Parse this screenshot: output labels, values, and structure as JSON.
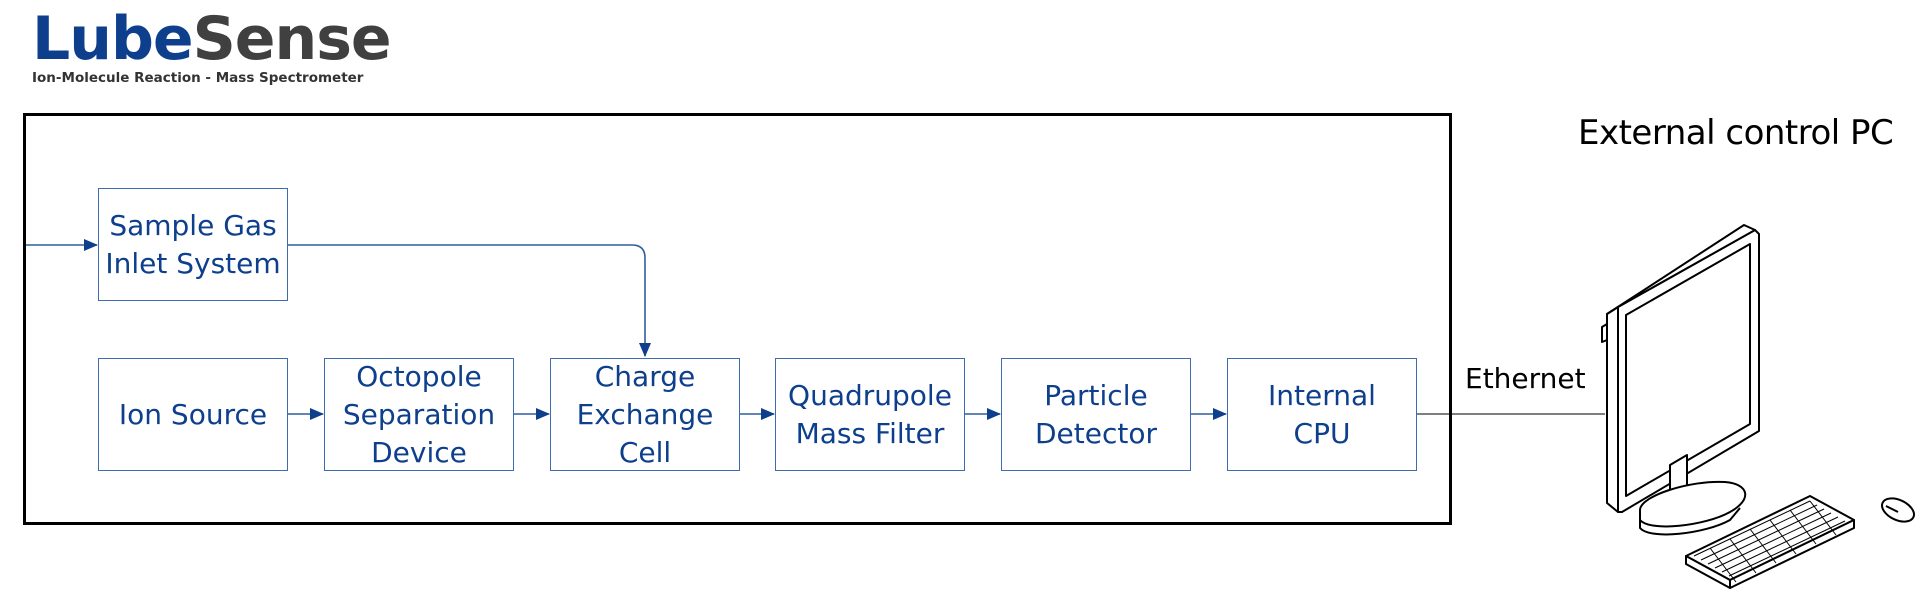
{
  "logo": {
    "brand_part1": "Lube",
    "brand_part2": "Sense",
    "tagline": "Ion-Molecule Reaction - Mass Spectrometer",
    "colors": {
      "part1": "#0d3f8c",
      "part2": "#404040"
    }
  },
  "diagram": {
    "blocks": {
      "inlet": "Sample Gas\nInlet System",
      "ion_source": "Ion Source",
      "octopole": "Octopole\nSeparation\nDevice",
      "charge_exchange": "Charge\nExchange\nCell",
      "quadrupole": "Quadrupole\nMass Filter",
      "detector": "Particle\nDetector",
      "cpu": "Internal\nCPU"
    },
    "flow": [
      "Ion Source",
      "Octopole Separation Device",
      "Charge Exchange Cell",
      "Quadrupole Mass Filter",
      "Particle Detector",
      "Internal CPU"
    ],
    "accent_color": "#0d3f8c",
    "line_color": "#2f5f9e"
  },
  "external": {
    "title": "External control PC",
    "link_label": "Ethernet",
    "computer_icon": "desktop-computer-icon"
  }
}
